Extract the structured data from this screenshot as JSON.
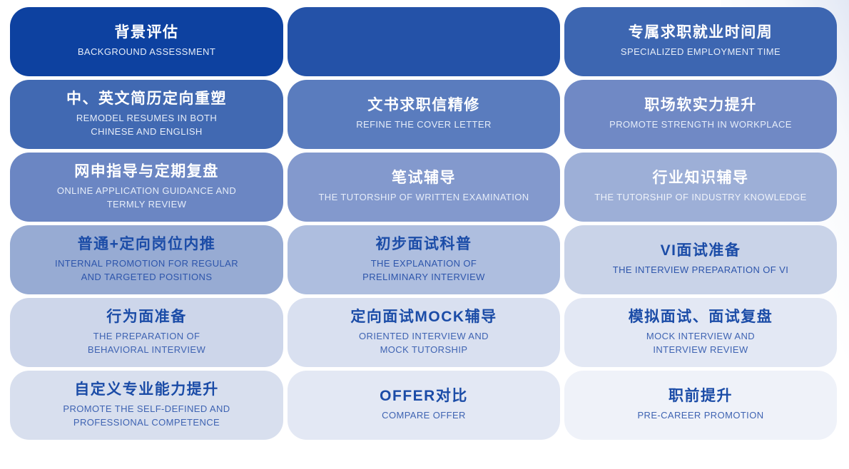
{
  "board": {
    "description_colors": {
      "page_background": "#ffffff",
      "dark_text_title": "#1b4ca7",
      "dark_text_subtitle": "#3e63b2",
      "light_text_title": "#ffffff",
      "light_text_subtitle": "#e6edf9"
    },
    "cards": [
      {
        "title": "背景评估",
        "subtitle": [
          "BACKGROUND ASSESSMENT"
        ],
        "bg": "#0d41a0",
        "title_color": "#ffffff",
        "subtitle_color": "#e6edf9"
      },
      {
        "title": "",
        "subtitle": [],
        "bg": "#2452a8",
        "title_color": "#ffffff",
        "subtitle_color": "#e6edf9"
      },
      {
        "title": "专属求职就业时间周",
        "subtitle": [
          "SPECIALIZED EMPLOYMENT TIME"
        ],
        "bg": "#3d66b1",
        "title_color": "#ffffff",
        "subtitle_color": "#e6edf9"
      },
      {
        "title": "中、英文简历定向重塑",
        "subtitle": [
          "REMODEL RESUMES IN BOTH",
          "CHINESE AND ENGLISH"
        ],
        "bg": "#4169b2",
        "title_color": "#ffffff",
        "subtitle_color": "#e6edf9"
      },
      {
        "title": "文书求职信精修",
        "subtitle": [
          "REFINE  THE COVER LETTER"
        ],
        "bg": "#5a7cbe",
        "title_color": "#ffffff",
        "subtitle_color": "#e6edf9"
      },
      {
        "title": "职场软实力提升",
        "subtitle": [
          "PROMOTE STRENGTH IN WORKPLACE"
        ],
        "bg": "#7089c5",
        "title_color": "#ffffff",
        "subtitle_color": "#e6edf9"
      },
      {
        "title": "网申指导与定期复盘",
        "subtitle": [
          "ONLINE APPLICATION GUIDANCE AND",
          "TERMLY REVIEW"
        ],
        "bg": "#6b86c3",
        "title_color": "#ffffff",
        "subtitle_color": "#e6edf9"
      },
      {
        "title": "笔试辅导",
        "subtitle": [
          "THE TUTORSHIP OF WRITTEN EXAMINATION"
        ],
        "bg": "#8399cd",
        "title_color": "#ffffff",
        "subtitle_color": "#e6edf9"
      },
      {
        "title": "行业知识辅导",
        "subtitle": [
          "THE TUTORSHIP OF INDUSTRY KNOWLEDGE"
        ],
        "bg": "#9dafd7",
        "title_color": "#ffffff",
        "subtitle_color": "#eef2fa"
      },
      {
        "title": "普通+定向岗位内推",
        "subtitle": [
          "INTERNAL PROMOTION FOR REGULAR",
          "AND TARGETED POSITIONS"
        ],
        "bg": "#97abd3",
        "title_color": "#1b4ca7",
        "subtitle_color": "#2d55ab"
      },
      {
        "title": "初步面试科普",
        "subtitle": [
          "THE EXPLANATION OF",
          "PRELIMINARY INTERVIEW"
        ],
        "bg": "#aebedf",
        "title_color": "#1b4ca7",
        "subtitle_color": "#2d55ab"
      },
      {
        "title": "VI面试准备",
        "subtitle": [
          "THE INTERVIEW PREPARATION OF VI"
        ],
        "bg": "#c9d3e8",
        "title_color": "#1b4ca7",
        "subtitle_color": "#2d55ab"
      },
      {
        "title": "行为面准备",
        "subtitle": [
          "THE PREPARATION OF",
          "BEHAVIORAL INTERVIEW"
        ],
        "bg": "#cdd6ea",
        "title_color": "#1b4ca7",
        "subtitle_color": "#3e63b2"
      },
      {
        "title": "定向面试MOCK辅导",
        "subtitle": [
          "ORIENTED INTERVIEW AND",
          "MOCK TUTORSHIP"
        ],
        "bg": "#d9e0f0",
        "title_color": "#1b4ca7",
        "subtitle_color": "#3e63b2"
      },
      {
        "title": "模拟面试、面试复盘",
        "subtitle": [
          "MOCK INTERVIEW AND",
          "INTERVIEW REVIEW"
        ],
        "bg": "#e3e8f4",
        "title_color": "#1b4ca7",
        "subtitle_color": "#3e63b2"
      },
      {
        "title": "自定义专业能力提升",
        "subtitle": [
          "PROMOTE  THE SELF-DEFINED AND",
          "PROFESSIONAL COMPETENCE"
        ],
        "bg": "#d8dfee",
        "title_color": "#1b4ca7",
        "subtitle_color": "#3e63b2"
      },
      {
        "title": "OFFER对比",
        "subtitle": [
          "COMPARE OFFER"
        ],
        "bg": "#e3e8f4",
        "title_color": "#1b4ca7",
        "subtitle_color": "#3e63b2"
      },
      {
        "title": "职前提升",
        "subtitle": [
          "PRE-CAREER PROMOTION"
        ],
        "bg": "#eff2f9",
        "title_color": "#1b4ca7",
        "subtitle_color": "#3e63b2"
      }
    ]
  }
}
